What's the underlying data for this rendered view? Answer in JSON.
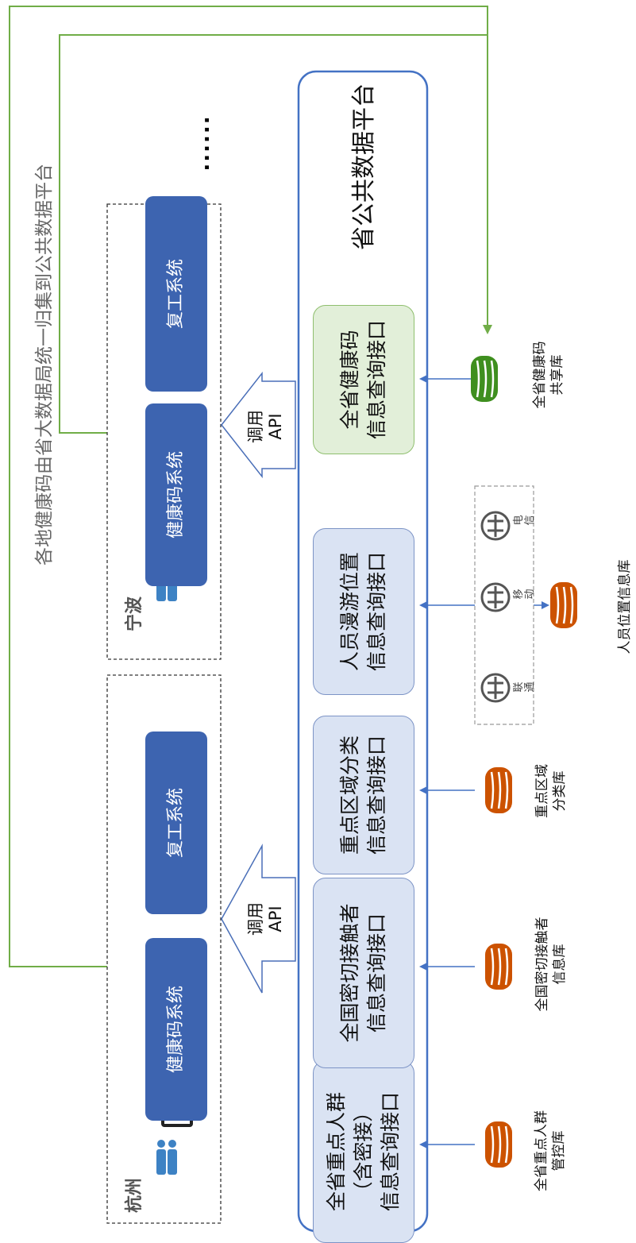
{
  "top_note": "各地健康码由省大数据局统一归集到公共数据平台",
  "platform": {
    "title": "省公共数据平台"
  },
  "ellipsis": "......",
  "regions": [
    {
      "name": "杭州",
      "systems": [
        "健康码系统",
        "复工系统"
      ],
      "arrow_label": "调用\nAPI"
    },
    {
      "name": "宁波",
      "systems": [
        "健康码系统",
        "复工系统"
      ],
      "arrow_label": "调用\nAPI"
    }
  ],
  "interfaces": [
    "全省重点人群\n（含密接）\n信息查询接口",
    "全国密切接触者\n信息查询接口",
    "重点区域分类\n信息查询接口",
    "人员漫游位置\n信息查询接口",
    "全省健康码\n信息查询接口"
  ],
  "databases": [
    {
      "label": "全省重点人群\n管控库",
      "color": "#cc5200"
    },
    {
      "label": "全国密切接触者\n信息库",
      "color": "#cc5200"
    },
    {
      "label": "重点区域\n分类库",
      "color": "#cc5200"
    },
    {
      "label": "人员位置信息库",
      "color": "#cc5200"
    },
    {
      "label": "全省健康码\n共享库",
      "color": "#3f8f1f"
    }
  ],
  "carriers": [
    "联\n通",
    "移\n动",
    "电\n信"
  ],
  "colors": {
    "accent_blue": "#3d64b0",
    "line_green": "#70ad47",
    "db_orange": "#cc5200",
    "db_green": "#3f8f1f"
  }
}
